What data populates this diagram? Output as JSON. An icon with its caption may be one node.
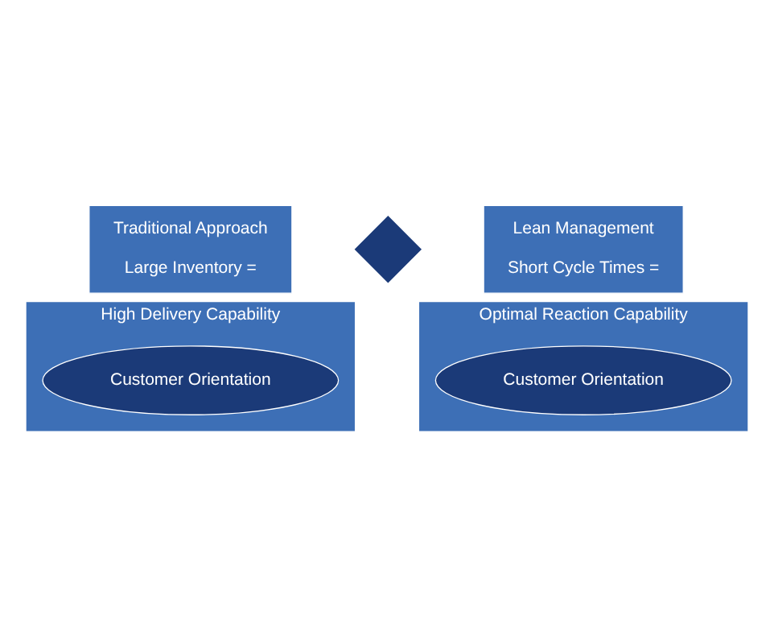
{
  "diagram": {
    "nodes": [
      {
        "text": [
          "Traditional Approach",
          "Large Inventory ="
        ]
      },
      {
        "text": [
          "High Delivery Capability"
        ]
      },
      {
        "text": [
          "Customer Orientation"
        ],
        "in": 1
      },
      {
        "text": [],
        "shape": "cross"
      },
      {
        "text": [
          "Lean Management",
          "Short Cycle Times ="
        ]
      },
      {
        "text": [
          "Optimal Reaction Capability"
        ]
      },
      {
        "text": [
          "Customer Orientation"
        ],
        "in": 5
      }
    ],
    "edges": []
  }
}
